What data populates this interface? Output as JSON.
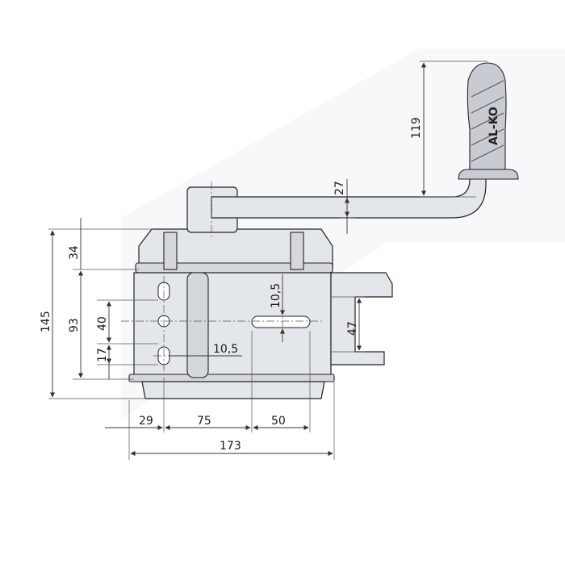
{
  "brand": {
    "logo_text": "AL-KO"
  },
  "dimensions": {
    "handle_height": "119",
    "crank_offset": "27",
    "top_section": "34",
    "total_height": "145",
    "mount_height": "93",
    "hole_spacing_v": "40",
    "hole_offset_v": "17",
    "slot_width_top": "10,5",
    "slot_width_left": "10,5",
    "side_mount": "47",
    "offset_left": "29",
    "spacing_mid": "75",
    "spacing_right": "50",
    "total_width": "173"
  },
  "colors": {
    "line": "#333333",
    "body_fill": "#e3e6ea",
    "handle_fill": "#c8ccd2",
    "background_shade": "#eef1f4"
  }
}
